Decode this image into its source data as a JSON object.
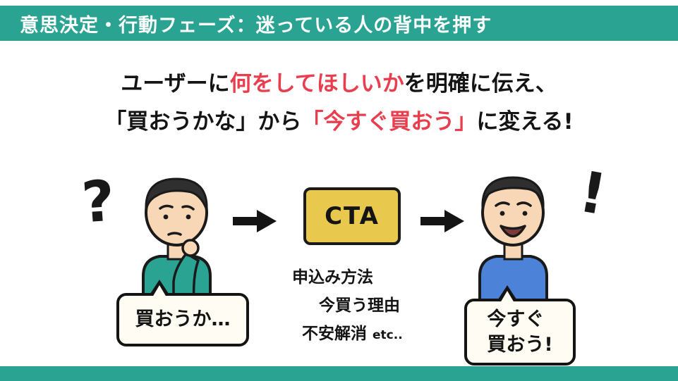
{
  "header": {
    "title": "意思決定・行動フェーズ：迷っている人の背中を押す"
  },
  "headline": {
    "line1": {
      "pre": "ユーザーに",
      "highlight": "何をしてほしいか",
      "post": "を明確に伝え、"
    },
    "line2": {
      "pre": "「買おうかな」から",
      "highlight": "「今すぐ買おう」",
      "post": "に変える!"
    }
  },
  "flow": {
    "question_mark": "?",
    "exclamation_mark": "!",
    "thinking_bubble": "買おうか…",
    "decision_bubble": {
      "line1": "今すぐ",
      "line2": "買おう!"
    },
    "cta": {
      "label": "CTA",
      "points": [
        "申込み方法",
        "今買う理由",
        "不安解消"
      ],
      "points_suffix": "etc.."
    }
  },
  "icons": {
    "arrow": "arrow-right-icon"
  },
  "colors": {
    "accent_teal": "#2ba392",
    "highlight_red": "#e83e4e",
    "cta_yellow": "#e9c94d",
    "shirt_blue": "#4d82d9",
    "text_dark": "#141414"
  }
}
